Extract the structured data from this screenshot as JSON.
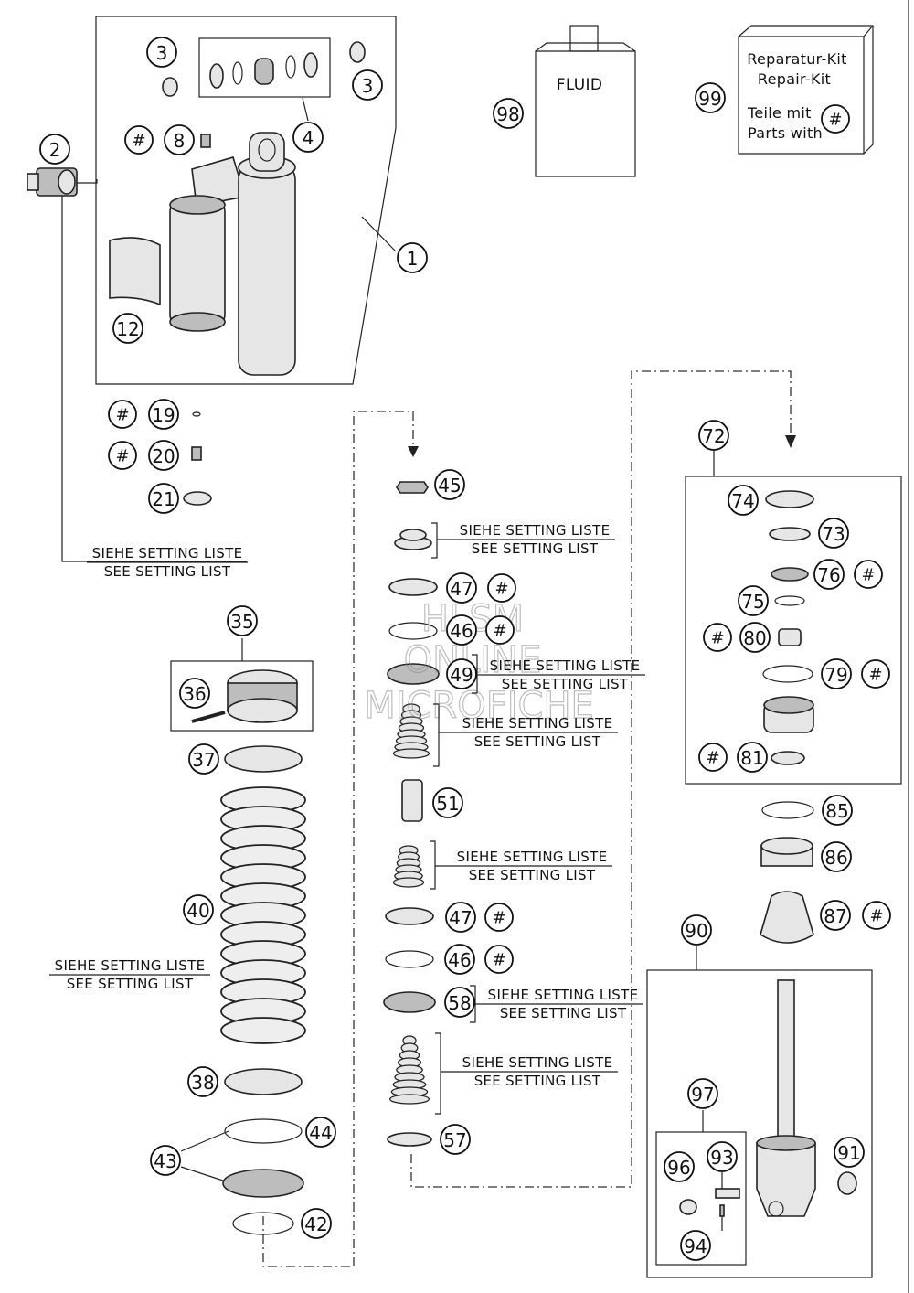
{
  "callouts": [
    {
      "key": "c1",
      "label": "1"
    },
    {
      "key": "c2",
      "label": "2"
    },
    {
      "key": "c3a",
      "label": "3"
    },
    {
      "key": "c3b",
      "label": "3"
    },
    {
      "key": "c4",
      "label": "4"
    },
    {
      "key": "c8",
      "label": "8"
    },
    {
      "key": "c12",
      "label": "12"
    },
    {
      "key": "c19",
      "label": "19"
    },
    {
      "key": "c20",
      "label": "20"
    },
    {
      "key": "c21",
      "label": "21"
    },
    {
      "key": "c35",
      "label": "35"
    },
    {
      "key": "c36",
      "label": "36"
    },
    {
      "key": "c37",
      "label": "37"
    },
    {
      "key": "c38",
      "label": "38"
    },
    {
      "key": "c40",
      "label": "40"
    },
    {
      "key": "c42",
      "label": "42"
    },
    {
      "key": "c43",
      "label": "43"
    },
    {
      "key": "c44",
      "label": "44"
    },
    {
      "key": "c45",
      "label": "45"
    },
    {
      "key": "c46a",
      "label": "46"
    },
    {
      "key": "c46b",
      "label": "46"
    },
    {
      "key": "c47a",
      "label": "47"
    },
    {
      "key": "c47b",
      "label": "47"
    },
    {
      "key": "c49",
      "label": "49"
    },
    {
      "key": "c51",
      "label": "51"
    },
    {
      "key": "c57",
      "label": "57"
    },
    {
      "key": "c58",
      "label": "58"
    },
    {
      "key": "c72",
      "label": "72"
    },
    {
      "key": "c73",
      "label": "73"
    },
    {
      "key": "c74",
      "label": "74"
    },
    {
      "key": "c75",
      "label": "75"
    },
    {
      "key": "c76",
      "label": "76"
    },
    {
      "key": "c79",
      "label": "79"
    },
    {
      "key": "c80",
      "label": "80"
    },
    {
      "key": "c81",
      "label": "81"
    },
    {
      "key": "c85",
      "label": "85"
    },
    {
      "key": "c86",
      "label": "86"
    },
    {
      "key": "c87",
      "label": "87"
    },
    {
      "key": "c90",
      "label": "90"
    },
    {
      "key": "c91",
      "label": "91"
    },
    {
      "key": "c93",
      "label": "93"
    },
    {
      "key": "c94",
      "label": "94"
    },
    {
      "key": "c96",
      "label": "96"
    },
    {
      "key": "c97",
      "label": "97"
    },
    {
      "key": "c98",
      "label": "98"
    },
    {
      "key": "c99",
      "label": "99"
    }
  ],
  "repair_marker": "#",
  "setting_note": {
    "de": "SIEHE SETTING LISTE",
    "en": "SEE SETTING LIST"
  },
  "fluid_label": "FLUID",
  "repair_kit": {
    "line1": "Reparatur-Kit",
    "line2": "Repair-Kit",
    "line3": "Teile mit",
    "line4": "Parts with"
  },
  "watermark": {
    "line1": "HLSM",
    "line2": "ONLINE",
    "line3": "MICROFICHE"
  }
}
